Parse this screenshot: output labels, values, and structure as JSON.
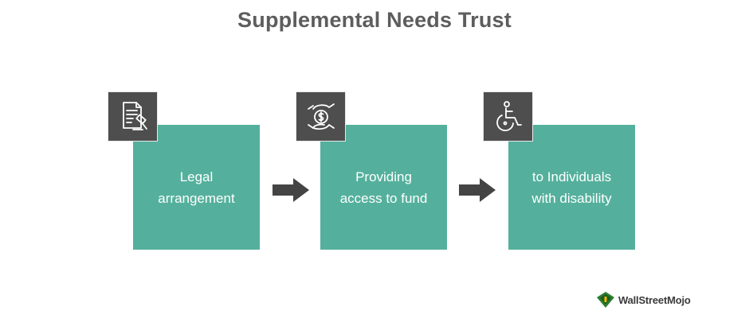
{
  "title": "Supplemental Needs Trust",
  "steps": [
    {
      "label": "Legal\narrangement",
      "icon": "legal-document-gavel-icon"
    },
    {
      "label": "Providing\naccess to fund",
      "icon": "hand-money-icon"
    },
    {
      "label": "to Individuals\nwith disability",
      "icon": "wheelchair-icon"
    }
  ],
  "colors": {
    "box": "#54b09c",
    "icon_bg": "#4e4e4e",
    "arrow": "#444444",
    "title": "#5d5d5d"
  },
  "logo": {
    "text": "WallStreetMojo"
  }
}
